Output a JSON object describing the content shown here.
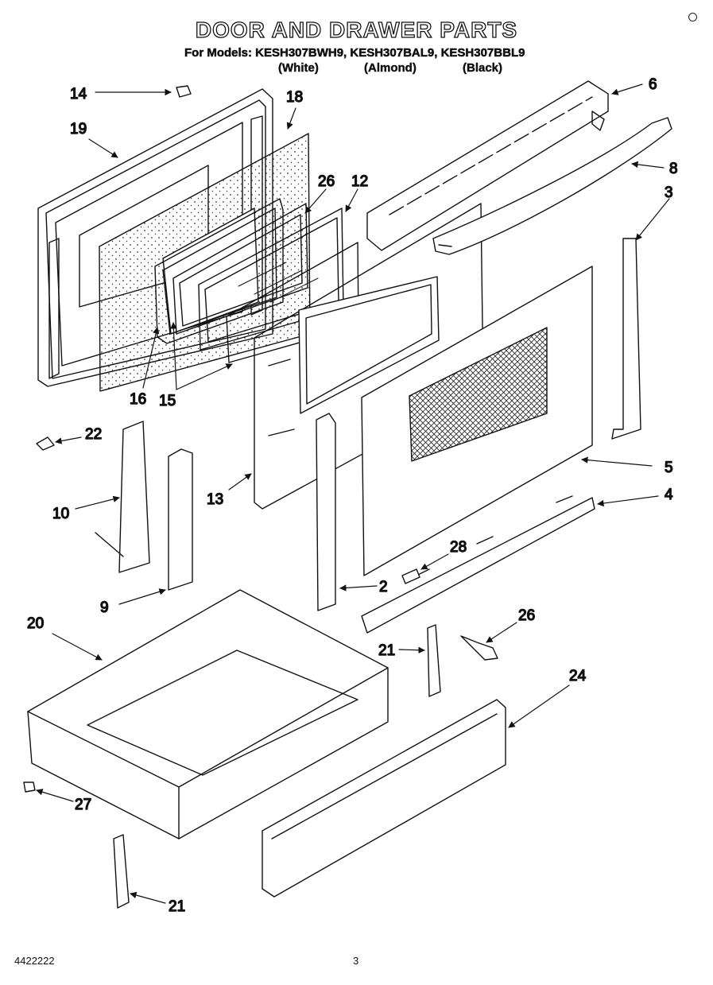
{
  "header": {
    "title": "DOOR AND DRAWER PARTS",
    "models_line": "For Models: KESH307BWH9, KESH307BAL9, KESH307BBL9",
    "variants": [
      "(White)",
      "(Almond)",
      "(Black)"
    ]
  },
  "callouts": {
    "c14": "14",
    "c18": "18",
    "c19": "19",
    "c6": "6",
    "c8": "8",
    "c26a": "26",
    "c12": "12",
    "c3": "3",
    "c16": "16",
    "c15": "15",
    "c22": "22",
    "c10": "10",
    "c13": "13",
    "c5": "5",
    "c4": "4",
    "c28": "28",
    "c2": "2",
    "c9": "9",
    "c20": "20",
    "c26b": "26",
    "c21a": "21",
    "c24": "24",
    "c27": "27",
    "c21b": "21"
  },
  "footer": {
    "doc_number": "4422222",
    "page_number": "3"
  }
}
